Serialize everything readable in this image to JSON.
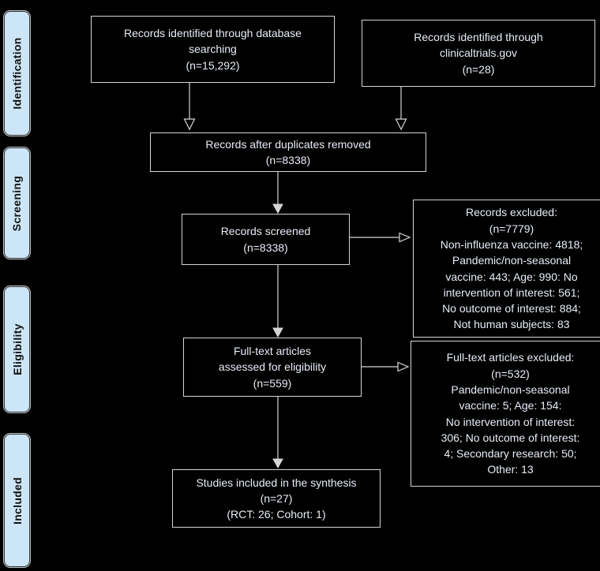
{
  "colors": {
    "background": "#000000",
    "box_border": "#d6d6d6",
    "box_text": "#e8eef7",
    "stage_fill": "#cce6f7",
    "stage_text": "#111111",
    "arrow": "#d6d6d6"
  },
  "stages": [
    {
      "label": "Identification"
    },
    {
      "label": "Screening"
    },
    {
      "label": "Eligibility"
    },
    {
      "label": "Included"
    }
  ],
  "boxes": {
    "identified_db": {
      "lines": [
        "Records identified through database",
        "searching",
        "(n=15,292)"
      ]
    },
    "identified_ct": {
      "lines": [
        "Records identified through",
        "clinicaltrials.gov",
        "(n=28)"
      ]
    },
    "duplicates_removed": {
      "lines": [
        "Records after duplicates removed",
        "(n=8338)"
      ]
    },
    "screened": {
      "lines": [
        "Records screened",
        "(n=8338)"
      ]
    },
    "records_excluded": {
      "lines": [
        "Records excluded:",
        "(n=7779)",
        "Non-influenza vaccine: 4818;",
        "Pandemic/non-seasonal",
        "vaccine: 443; Age: 990: No",
        "intervention of interest: 561;",
        "No outcome of interest: 884;",
        "Not human subjects: 83"
      ]
    },
    "fulltext_assessed": {
      "lines": [
        "Full-text articles",
        "assessed for eligibility",
        "(n=559)"
      ]
    },
    "fulltext_excluded": {
      "lines": [
        "Full-text articles excluded:",
        "(n=532)",
        "Pandemic/non-seasonal",
        "vaccine: 5; Age: 154:",
        "No intervention of interest:",
        "306; No outcome of interest:",
        "4; Secondary research: 50;",
        "Other: 13"
      ]
    },
    "included_synthesis": {
      "lines": [
        "Studies included in the synthesis",
        "(n=27)",
        "(RCT: 26; Cohort: 1)"
      ]
    }
  }
}
